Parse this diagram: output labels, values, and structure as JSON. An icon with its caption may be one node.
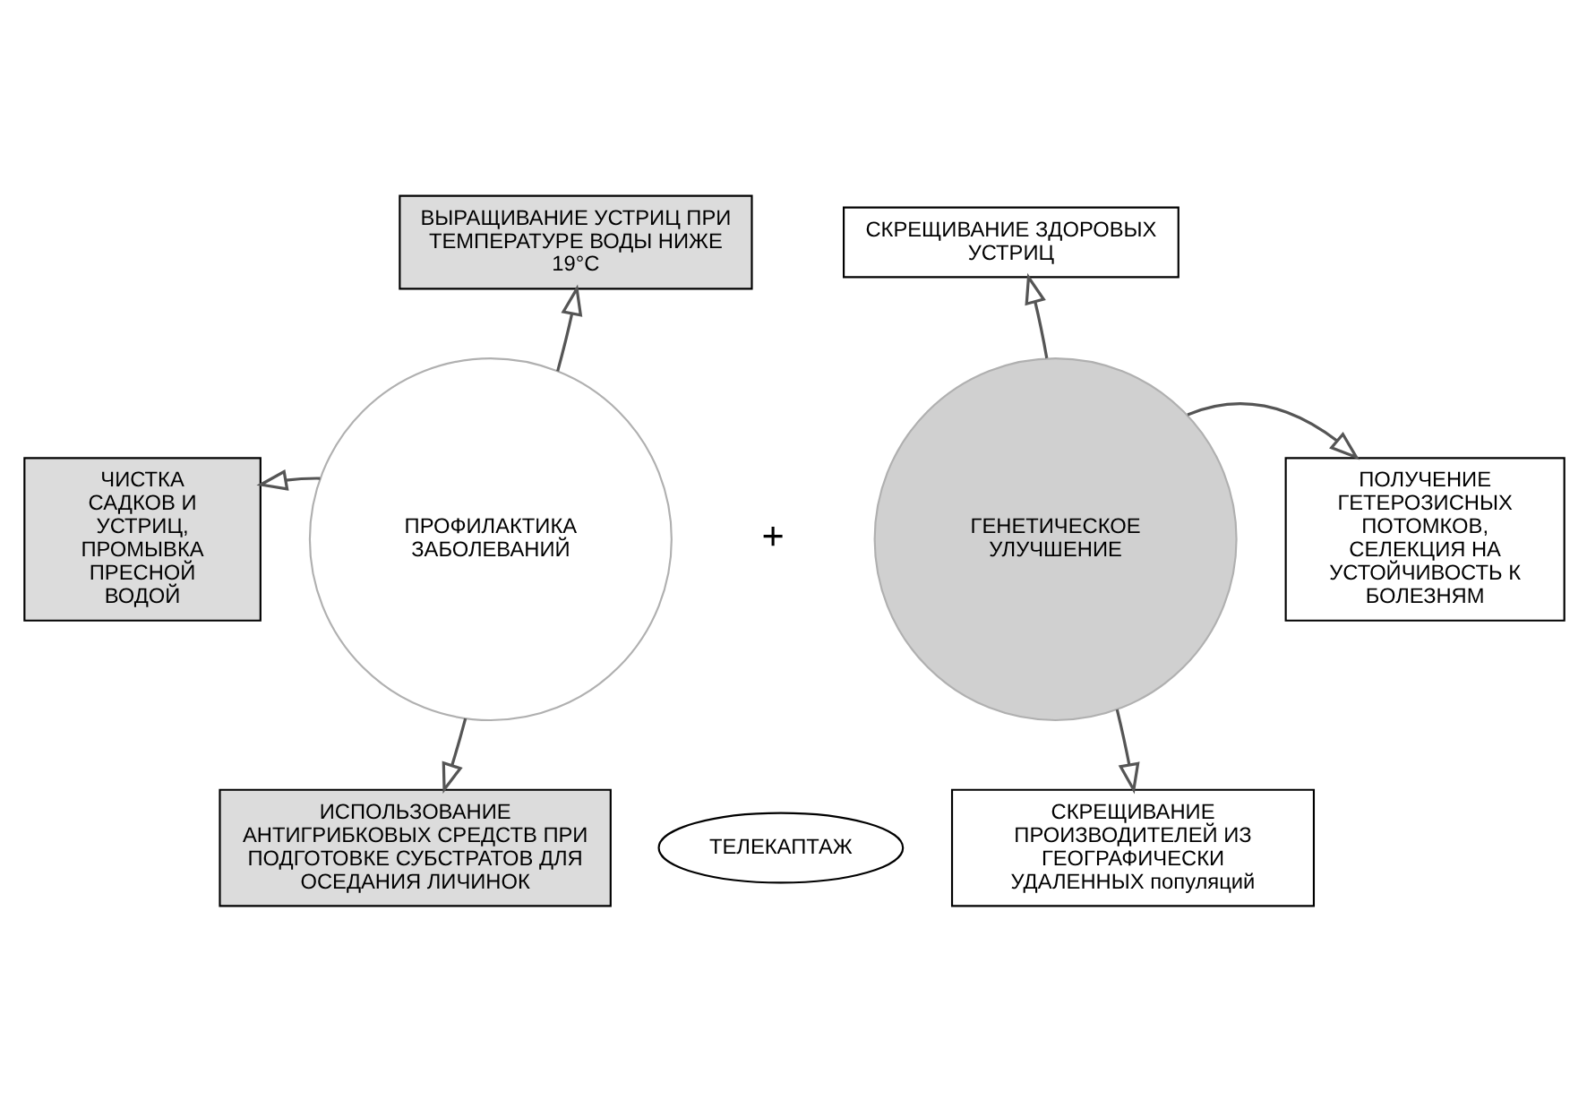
{
  "diagram": {
    "nodes": [
      {
        "text": [
          "ПРОФИЛАКТИКА ЗАБОЛЕВАНИЙ"
        ]
      },
      {
        "text": [
          "ГЕНЕТИЧЕСКОЕ УЛУЧШЕНИЕ"
        ]
      },
      {
        "text": [
          "ТЕЛЕКАПТАЖ"
        ]
      },
      {
        "text": [
          "ВЫРАЩИВАНИЕ УСТРИЦ ПРИ ТЕМПЕРАТУРЕ ВОДЫ НИЖЕ 19°С"
        ]
      },
      {
        "text": [
          "СКРЕЩИВАНИЕ ЗДОРОВЫХ УСТРИЦ"
        ]
      },
      {
        "text": [
          "ЧИСТКА САДКОВ И УСТРИЦ, ПРОМЫВКА ПРЕСНОЙ ВОДОЙ"
        ]
      },
      {
        "text": [
          "ПОЛУЧЕНИЕ ГЕТЕРОЗИСНЫХ ПОТОМКОВ,",
          "СЕЛЕКЦИЯ НА УСТОЙЧИВОСТЬ К БОЛЕЗНЯМ"
        ]
      },
      {
        "text": [
          "ИСПОЛЬЗОВАНИЕ АНТИГРИБКОВЫХ СРЕДСТВ ПРИ ПОДГОТОВКЕ СУБСТРАТОВ ДЛЯ ОСЕДАНИЯ ЛИЧИНОК"
        ]
      },
      {
        "text": [
          "СКРЕЩИВАНИЕ ПРОИЗВОДИТЕЛЕЙ ИЗ ГЕОГРАФИЧЕСКИ УДАЛЕННЫХ популяций"
        ]
      }
    ],
    "edges": [
      {
        "from": 0,
        "to": 3,
        "arrow": "to"
      },
      {
        "from": 1,
        "to": 4,
        "arrow": "to"
      },
      {
        "from": 0,
        "to": 5,
        "arrow": "to"
      },
      {
        "from": 1,
        "to": 6,
        "arrow": "to"
      },
      {
        "from": 0,
        "to": 7,
        "arrow": "to"
      },
      {
        "from": 1,
        "to": 8,
        "arrow": "to"
      }
    ],
    "labels": [
      "+"
    ]
  }
}
